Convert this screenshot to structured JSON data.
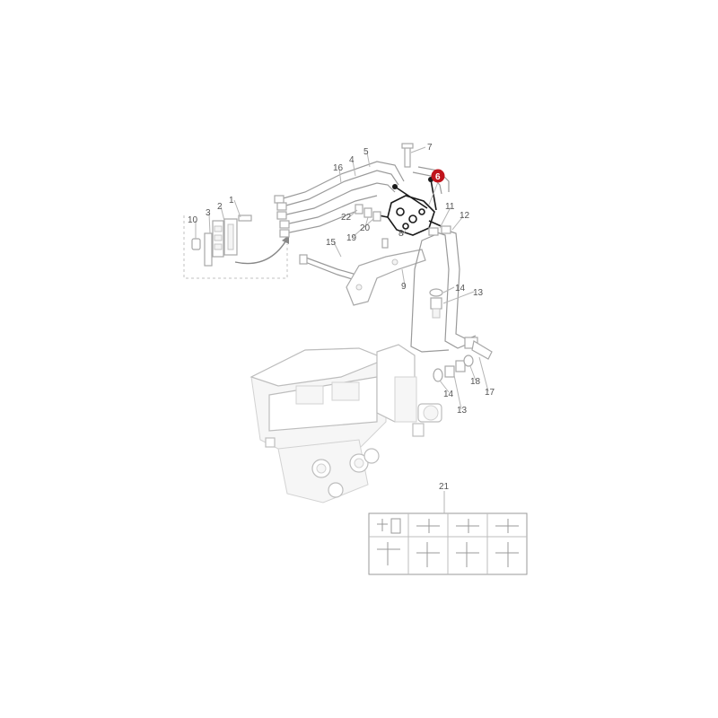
{
  "diagram": {
    "labels": [
      {
        "id": "1",
        "text": "1"
      },
      {
        "id": "2",
        "text": "2"
      },
      {
        "id": "3",
        "text": "3"
      },
      {
        "id": "4",
        "text": "4"
      },
      {
        "id": "5",
        "text": "5"
      },
      {
        "id": "6",
        "text": "6",
        "highlighted": true
      },
      {
        "id": "7",
        "text": "7"
      },
      {
        "id": "8",
        "text": "8"
      },
      {
        "id": "9",
        "text": "9"
      },
      {
        "id": "10",
        "text": "10"
      },
      {
        "id": "11",
        "text": "11"
      },
      {
        "id": "12",
        "text": "12"
      },
      {
        "id": "13a",
        "text": "13"
      },
      {
        "id": "13b",
        "text": "13"
      },
      {
        "id": "14a",
        "text": "14"
      },
      {
        "id": "14b",
        "text": "14"
      },
      {
        "id": "15",
        "text": "15"
      },
      {
        "id": "16",
        "text": "16"
      },
      {
        "id": "17",
        "text": "17"
      },
      {
        "id": "18",
        "text": "18"
      },
      {
        "id": "19",
        "text": "19"
      },
      {
        "id": "20",
        "text": "20"
      },
      {
        "id": "21",
        "text": "21"
      },
      {
        "id": "22",
        "text": "22"
      }
    ],
    "highlight_color": "#c0141c",
    "line_color": "#b5b5b5"
  }
}
